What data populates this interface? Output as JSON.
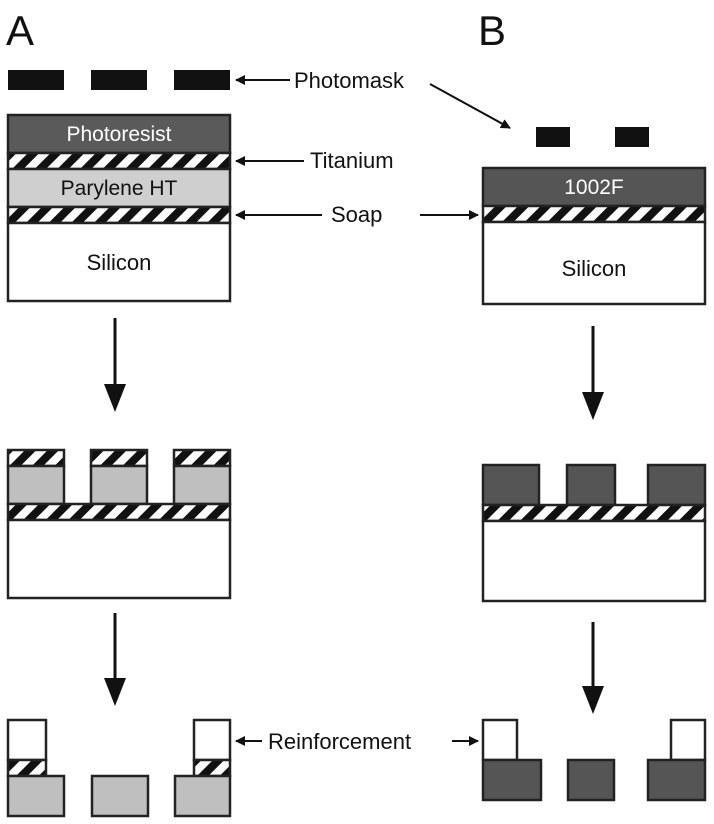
{
  "panels": {
    "a_label": "A",
    "b_label": "B"
  },
  "layers": {
    "photoresist": "Photoresist",
    "parylene": "Parylene HT",
    "silicon_a": "Silicon",
    "silicon_b": "Silicon",
    "su8": "1002F"
  },
  "callouts": {
    "photomask": "Photomask",
    "titanium": "Titanium",
    "soap": "Soap",
    "reinforcement": "Reinforcement"
  },
  "colors": {
    "photoresist": "#5a5a5a",
    "parylene": "#bfbfbf",
    "silicon": "#ffffff",
    "su8": "#555555",
    "mask": "#111111",
    "stroke": "#222222"
  }
}
